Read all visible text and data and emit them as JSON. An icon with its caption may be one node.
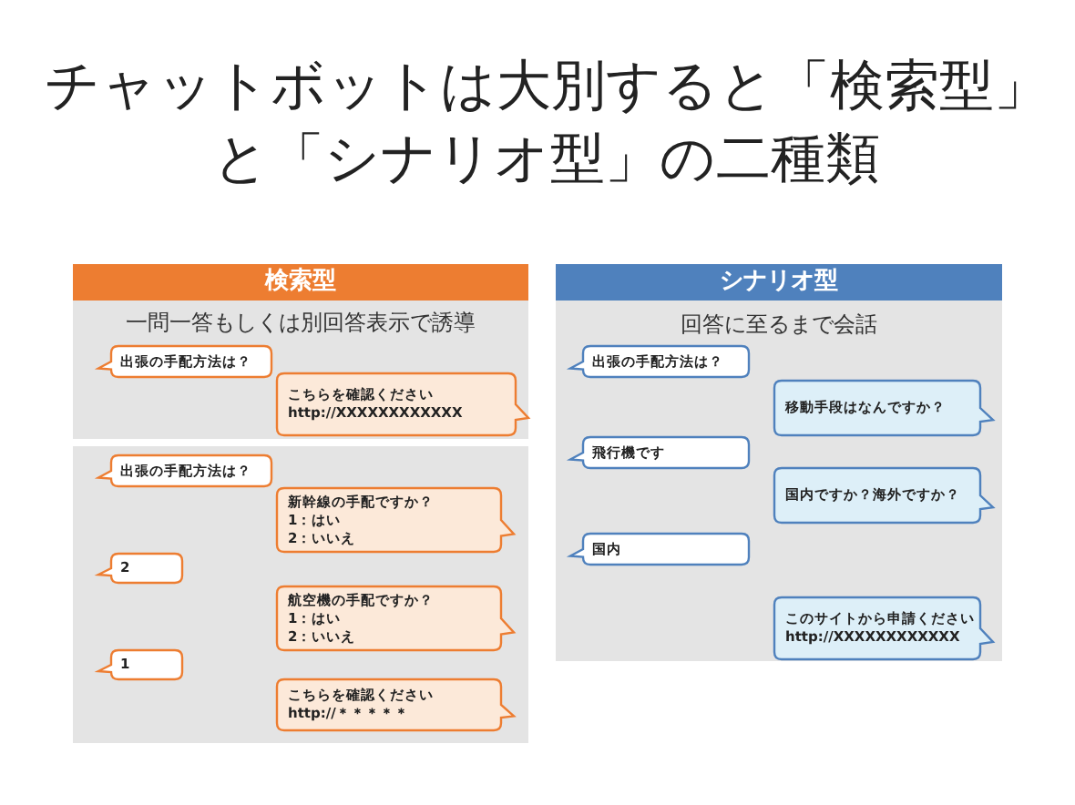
{
  "diagram": {
    "title": "チャットボットは大別すると「検索型」と「シナリオ型」の二種類",
    "nodes": [
      {
        "text": [
          "検索型"
        ]
      },
      {
        "text": [
          "一問一答もしくは別回答表示で誘導"
        ],
        "in": 0
      },
      {
        "text": [
          "出張の手配方法は？"
        ],
        "in": 1
      },
      {
        "text": [
          "こちらを確認ください",
          "http://XXXXXXXXXXXX"
        ],
        "in": 1
      },
      {
        "text": [],
        "shape": "box",
        "in": 0
      },
      {
        "text": [
          "出張の手配方法は？"
        ],
        "in": 4
      },
      {
        "text": [
          "新幹線の手配ですか？",
          "1：はい",
          "2：いいえ"
        ],
        "in": 4
      },
      {
        "text": [
          "2"
        ],
        "in": 4
      },
      {
        "text": [
          "航空機の手配ですか？",
          "1：はい",
          "2：いいえ"
        ],
        "in": 4
      },
      {
        "text": [
          "1"
        ],
        "in": 4
      },
      {
        "text": [
          "こちらを確認ください",
          "http://＊＊＊＊＊"
        ],
        "in": 4
      },
      {
        "text": [
          "シナリオ型",
          "回答に至るまで会話"
        ]
      },
      {
        "text": [
          "出張の手配方法は？"
        ],
        "in": 11
      },
      {
        "text": [
          "移動手段はなんですか？"
        ],
        "in": 11
      },
      {
        "text": [
          "飛行機です"
        ],
        "in": 11
      },
      {
        "text": [
          "国内ですか？海外ですか？"
        ],
        "in": 11
      },
      {
        "text": [
          "国内"
        ],
        "in": 11
      },
      {
        "text": [
          "このサイトから申請ください",
          "http://XXXXXXXXXXXX"
        ],
        "in": 11
      }
    ],
    "edges": []
  }
}
